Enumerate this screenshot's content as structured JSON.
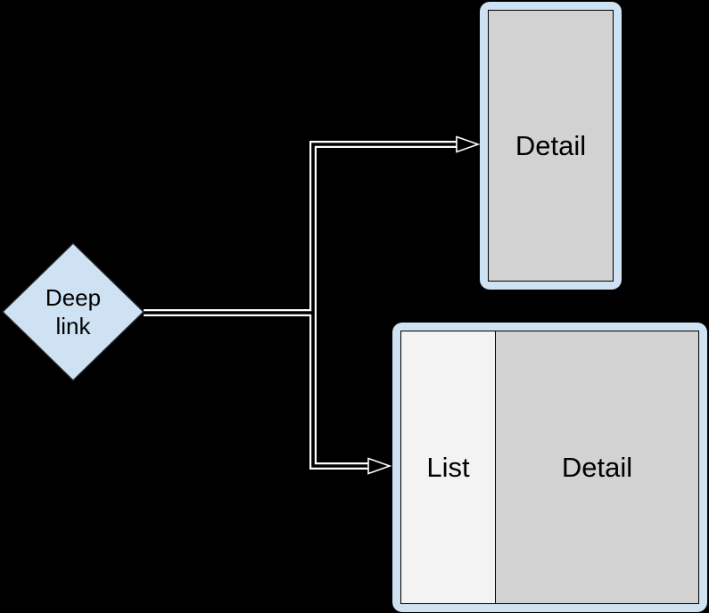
{
  "colors": {
    "background": "#000000",
    "node_fill": "#cfe2f3",
    "node_stroke": "#222222",
    "panel_frame": "#cfe2f3",
    "panel_detail": "#d2d2d2",
    "panel_list": "#f3f3f3",
    "panel_border": "#000000",
    "connector": "#ffffff",
    "text": "#000000"
  },
  "diagram": {
    "deep_link_node": {
      "label": "Deep link"
    },
    "detail_screen": {
      "label": "Detail"
    },
    "list_detail_screen": {
      "list_label": "List",
      "detail_label": "Detail"
    }
  }
}
